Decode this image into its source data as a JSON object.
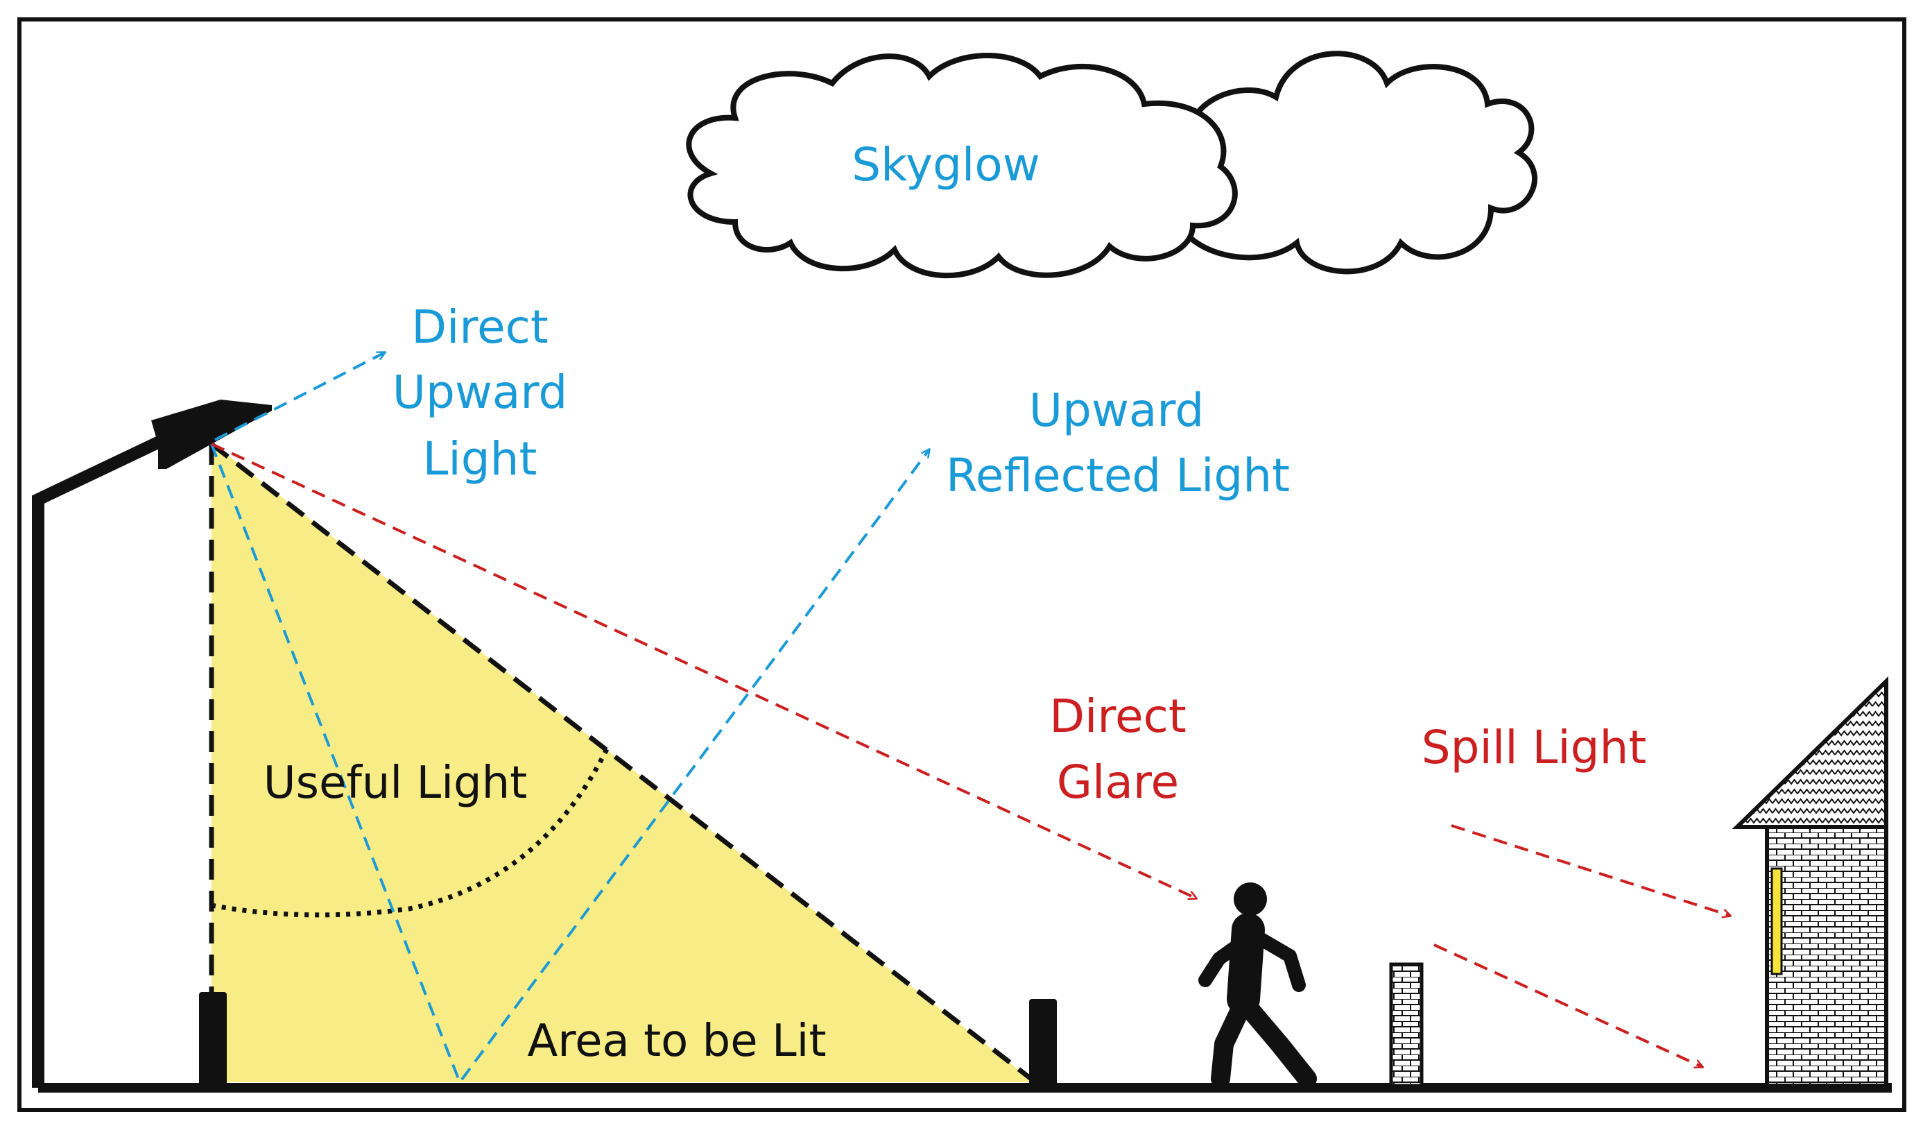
{
  "labels": {
    "skyglow": "Skyglow",
    "direct_upward_light": [
      "Direct",
      "Upward",
      "Light"
    ],
    "upward_reflected_light": [
      "Upward",
      "Reflected Light"
    ],
    "useful_light": "Useful Light",
    "area_to_be_lit": "Area to be Lit",
    "direct_glare": [
      "Direct",
      "Glare"
    ],
    "spill_light": "Spill Light"
  },
  "colors": {
    "blue": "#1a9bd7",
    "red": "#cc1f1f",
    "yellow": "#f8ec86",
    "black": "#111111"
  }
}
